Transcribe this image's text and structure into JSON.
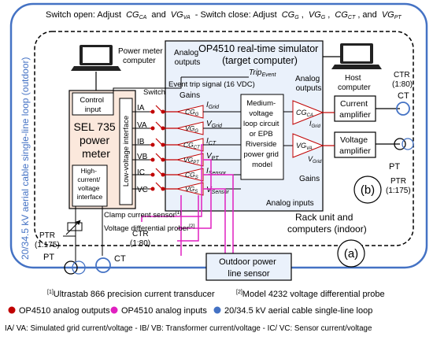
{
  "header": {
    "switch_open": "Switch open: Adjust",
    "cg_ca": "CG",
    "cg_ca_sub": "CA",
    "and": "and",
    "vg_va": "VG",
    "vg_va_sub": "VA",
    "switch_close": "- Switch close: Adjust",
    "cg_g": "CG",
    "cg_g_sub": "G",
    "vg_g": "VG",
    "vg_g_sub": "G",
    "cg_ct": "CG",
    "cg_ct_sub": "CT",
    "and2": ", and",
    "vg_pt": "VG",
    "vg_pt_sub": "PT"
  },
  "outdoor_loop_label": "20/34.5 kV aerial cable single-line loop (outdoor)",
  "label_b": "(b)",
  "label_a": "(a)",
  "power_meter_computer": [
    "Power meter",
    "computer"
  ],
  "host_computer": [
    "Host",
    "computer"
  ],
  "opal": {
    "title_line1": "OP4510 real-time simulator",
    "title_line2": "(target computer)",
    "trip": "Trip",
    "trip_sub": "Event",
    "analog_outputs_left": [
      "Analog",
      "outputs"
    ],
    "analog_outputs_right": [
      "Analog",
      "outputs"
    ],
    "event_trip": "Event trip signal (16 VDC)",
    "gains_left": "Gains",
    "gains_right": "Gains",
    "analog_inputs": "Analog inputs",
    "model": [
      "Medium-",
      "voltage",
      "loop circuit",
      "or EPB",
      "Riverside",
      "power grid",
      "model"
    ],
    "signals": {
      "i_grid": "I",
      "i_grid_sub": "Grid",
      "v_grid": "V",
      "v_grid_sub": "Grid",
      "i_ct": "I",
      "i_ct_sub": "CT",
      "v_pt": "V",
      "v_pt_sub": "PT",
      "i_sensor": "I",
      "i_sensor_sub": "Sensor",
      "v_sensor": "V",
      "v_sensor_sub": "Sensor",
      "i_grid_r": "I",
      "i_grid_r_sub": "Grid",
      "v_grid_r": "V",
      "v_grid_r_sub": "Grid"
    },
    "gain_tri": {
      "cg": "CG",
      "cg_sub": "G",
      "vg": "VG",
      "vg_sub": "G",
      "cgct": "CG",
      "cgct_sub": "CT",
      "vgpt": "VG",
      "vgpt_sub": "PT",
      "cgs": "CG",
      "cgs_sub": "S",
      "vgs": "VG",
      "vgs_sub": "S",
      "cgca": "CG",
      "cgca_sub": "CA",
      "vgva": "VG",
      "vgva_sub": "VA"
    }
  },
  "sel": {
    "control_input": [
      "Control",
      "input"
    ],
    "name": [
      "SEL 735",
      "power",
      "meter"
    ],
    "high_current": [
      "High-",
      "current/",
      "voltage",
      "interface"
    ],
    "low_voltage": "Low-voltage interface",
    "switch": "Switch",
    "terminals": [
      "IA",
      "VA",
      "IB",
      "VB",
      "IC",
      "VC"
    ]
  },
  "amplifiers": {
    "current": [
      "Current",
      "amplifier"
    ],
    "voltage": [
      "Voltage",
      "amplifier"
    ]
  },
  "ctr_right": [
    "CTR",
    "(1:80)"
  ],
  "ct_right": "CT",
  "pt_right": "PT",
  "ptr_right": [
    "PTR",
    "(1:175)"
  ],
  "rack": [
    "Rack unit and",
    "computers (indoor)"
  ],
  "clamp": "Clamp current sensor",
  "clamp_sup": "[1]",
  "prober": "Voltage differential prober",
  "prober_sup": "[2]",
  "ptr_left": [
    "PTR",
    "(1:175)"
  ],
  "pt_left": "PT",
  "ct_left": "CT",
  "ctr_left": [
    "CTR",
    "(1:80)"
  ],
  "outdoor_sensor": [
    "Outdoor power",
    "line sensor"
  ],
  "footnotes": {
    "n1_sup": "[1]",
    "n1": "Ultrastab 866 precision current transducer",
    "n2_sup": "[2]",
    "n2": "Model 4232 voltage differential probe"
  },
  "legend": {
    "red": "OP4510 analog outputs",
    "magenta": "OP4510 analog inputs",
    "blue": "20/34.5 kV aerial cable single-line loop"
  },
  "bottom_note": "IA/ VA: Simulated grid current/voltage - IB/ VB: Transformer current/voltage - IC/ VC: Sensor current/voltage",
  "colors": {
    "loop_blue": "#4472c4",
    "red": "#c00000",
    "magenta": "#e020c0",
    "opal_fill": "#eaf1fb",
    "sel_fill": "#fbe8dc"
  }
}
